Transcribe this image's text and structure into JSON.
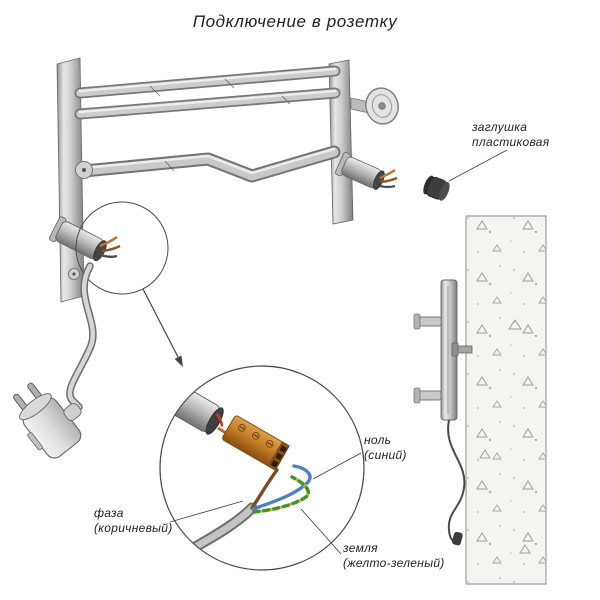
{
  "title": "Подключение в розетку",
  "labels": {
    "cap": {
      "line1": "заглушка",
      "line2": "пластиковая"
    },
    "neutral": {
      "line1": "ноль",
      "line2": "(синий)"
    },
    "phase": {
      "line1": "фаза",
      "line2": "(коричневый)"
    },
    "ground": {
      "line1": "земля",
      "line2": "(желто-зеленый)"
    }
  },
  "colors": {
    "neutral_wire": "#4f7fbf",
    "phase_wire": "#7b4a26",
    "ground_wire_yellow": "#d6c523",
    "ground_wire_green": "#3f8f3f",
    "copper": "#b87333",
    "terminal_copper": "#c07a24",
    "outline": "#444444"
  }
}
